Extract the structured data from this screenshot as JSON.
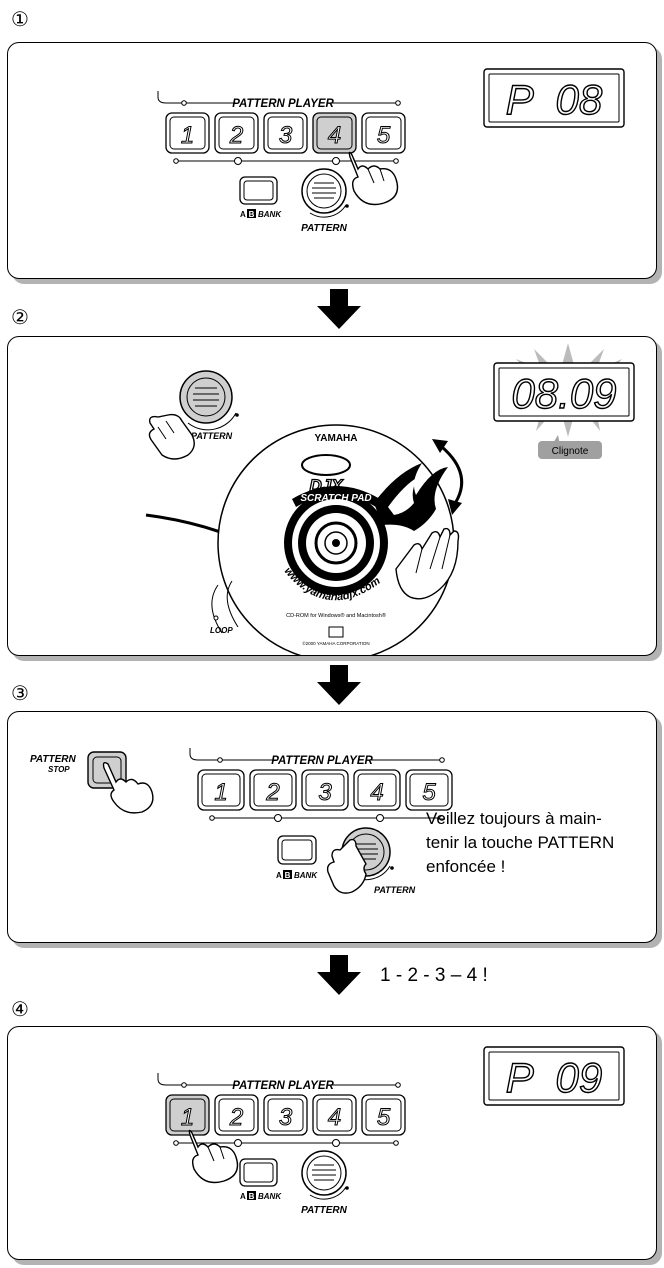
{
  "steps": [
    {
      "num": "1",
      "display": "P  08"
    },
    {
      "num": "2",
      "display": "08.09",
      "blink_label": "Clignote"
    },
    {
      "num": "3",
      "note": [
        "Veillez toujours à main-",
        "tenir la touche PATTERN",
        "enfoncée !"
      ]
    },
    {
      "num": "4",
      "display": "P  09",
      "count_label": "1 - 2 - 3 – 4 !"
    }
  ],
  "panel": {
    "title": "PATTERN PLAYER",
    "pads": [
      "1",
      "2",
      "3",
      "4",
      "5"
    ],
    "bank_label": "BANK",
    "bank_letter_a": "A",
    "bank_letter_b": "B",
    "pattern_label": "PATTERN",
    "pattern_stop_line1": "PATTERN",
    "pattern_stop_line2": "STOP",
    "loop_label": "LOOP"
  },
  "cd": {
    "brand": "YAMAHA",
    "logo": "DJX",
    "scratch": "SCRATCH PAD",
    "url": "www.yamahadjx.com",
    "cdrom": "CD-ROM for Windows® and Macintosh®",
    "copyright": "©2000 YAMAHA CORPORATION"
  },
  "colors": {
    "panel_shadow": "#b3b3b3",
    "pad_active": "#cfcfcf",
    "badge": "#a0a0a0"
  }
}
